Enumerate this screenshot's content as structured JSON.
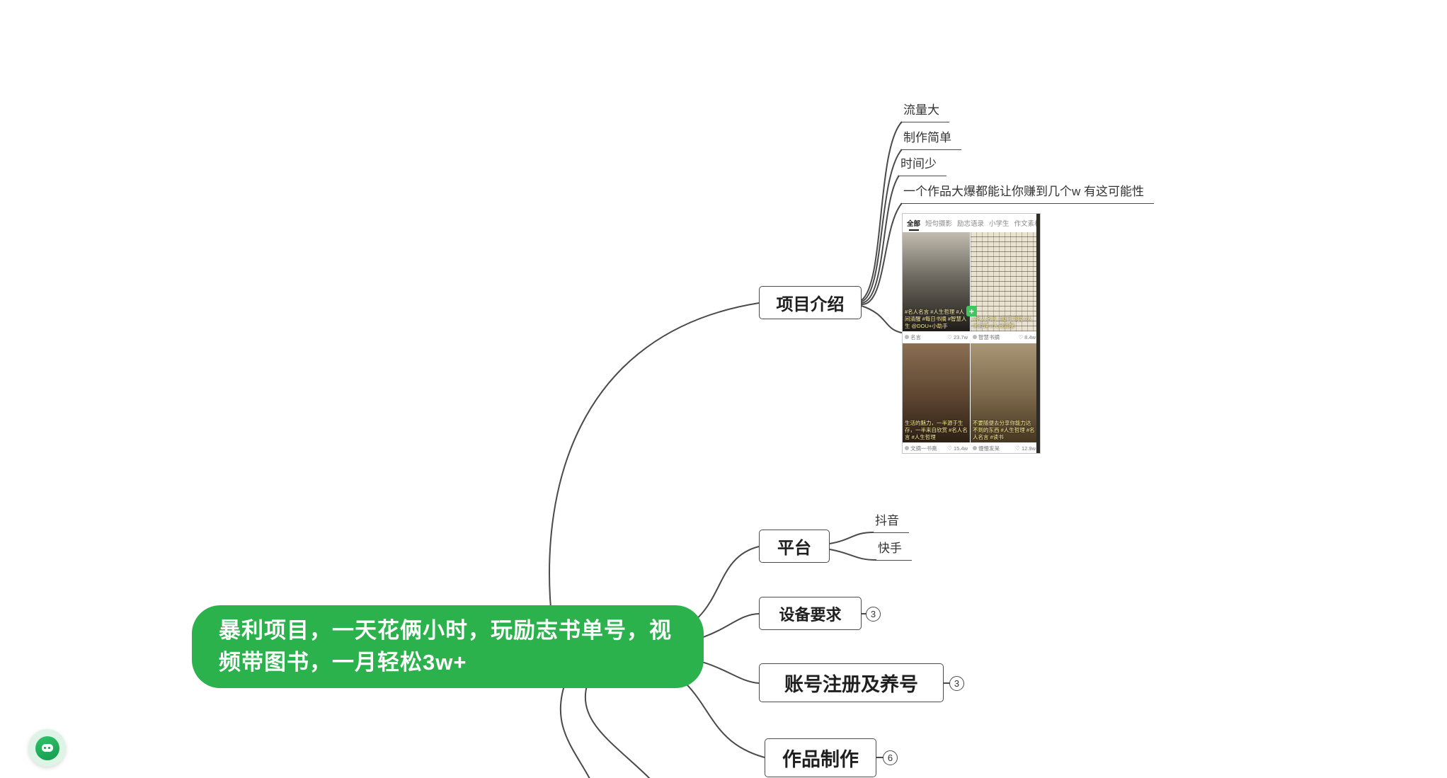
{
  "colors": {
    "central_bg": "#2bb24c",
    "line": "#4a4a4a",
    "plus_green": "#3fc75f"
  },
  "central_topic": {
    "label": "暴利项目，一天花俩小时，玩励志书单号，视频带图书，一月轻松3w+"
  },
  "branches": {
    "intro": {
      "label": "项目介绍",
      "children": [
        "流量大",
        "制作简单",
        "时间少",
        "一个作品大爆都能让你赚到几个w 有这可能性"
      ]
    },
    "platform": {
      "label": "平台",
      "children": [
        "抖音",
        "快手"
      ]
    },
    "equipment": {
      "label": "设备要求",
      "badge": "3"
    },
    "account": {
      "label": "账号注册及养号",
      "badge": "3"
    },
    "production": {
      "label": "作品制作",
      "badge": "6"
    }
  },
  "screenshot": {
    "tabs": [
      "全部",
      "短句摄影",
      "励志语录",
      "小学生",
      "作文素材"
    ],
    "plus_icon": "+",
    "cards": [
      {
        "caption": "#名人名言 #人生哲理 #人间清醒 #每日书摘 #智慧人生 @DOU+小助手",
        "user": "名言",
        "likes": "♡ 23.7w"
      },
      {
        "caption": "#名人名言 #每日书摘 #人生哲理 #人间清醒",
        "user": "智慧书摘",
        "likes": "♡ 8.4w"
      },
      {
        "caption": "生活的魅力，一半源于生存，一半来自欣赏 #名人名言 #人生哲理",
        "user": "文摘一书斋",
        "likes": "♡ 15.4w"
      },
      {
        "caption": "不要随便去分享你能力达不到的东西 #人生哲理 #名人名言 #读书",
        "user": "慢慢发呆",
        "likes": "♡ 12.9w"
      }
    ]
  }
}
